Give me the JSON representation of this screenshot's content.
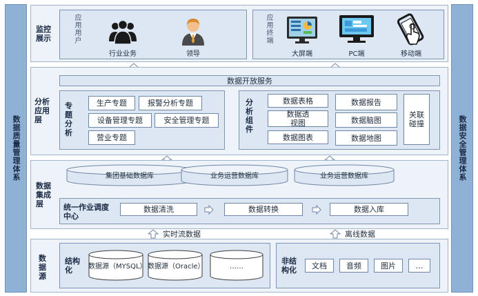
{
  "side": {
    "left": "数据质量管理体系",
    "right": "数据安全管理体系"
  },
  "monitor": {
    "label": "监控展示",
    "users_title": "应用用户",
    "terminals_title": "应用终端",
    "users": [
      {
        "label": "行业业务",
        "icon": "group-users-icon"
      },
      {
        "label": "领导",
        "icon": "leader-icon"
      }
    ],
    "terminals": [
      {
        "label": "大屏端",
        "icon": "big-screen-icon"
      },
      {
        "label": "PC端",
        "icon": "pc-monitor-icon"
      },
      {
        "label": "移动端",
        "icon": "mobile-phone-icon"
      }
    ]
  },
  "analysis": {
    "label": "分析应用层",
    "open_service": "数据开放服务",
    "topic_label": "专题分析",
    "topics": [
      "生产专题",
      "报警分析专题",
      "设备管理专题",
      "安全管理专题",
      "营业专题"
    ],
    "components_label": "分析组件",
    "components": [
      "数据表格",
      "数据透视图",
      "数据图表",
      "数据报告",
      "数据脑图",
      "数据地图",
      "关联碰撞"
    ]
  },
  "integration": {
    "label": "数据集成层",
    "databases": [
      "集团基础数据库",
      "业务运营数据库",
      "业务运营数据库"
    ],
    "scheduler_label": "统一作业调度中心",
    "steps": [
      "数据清洗",
      "数据转换",
      "数据入库"
    ]
  },
  "flow": {
    "realtime": "实时流数据",
    "offline": "离线数据"
  },
  "source": {
    "label": "数据源",
    "structured_label": "结构化",
    "structured": [
      "数据源（MYSQL）",
      "数据源（Oracle）",
      "……"
    ],
    "unstructured_label": "非结构化",
    "unstructured": [
      "文档",
      "音频",
      "图片",
      "…"
    ]
  }
}
